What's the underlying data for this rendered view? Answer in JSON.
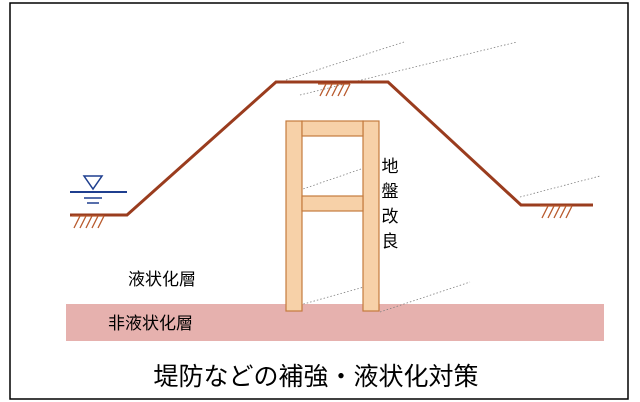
{
  "diagram": {
    "title": "堤防などの補強・液状化対策",
    "label_liquefiable": "液状化層",
    "label_non_liquefiable": "非液状化層",
    "label_improvement_chars": [
      "地",
      "盤",
      "改",
      "良"
    ],
    "colors": {
      "embankment": "#9a3c1e",
      "hatch": "#b85a2e",
      "improvement_fill": "#f7d1a8",
      "improvement_stroke": "#c47b3e",
      "non_liquefiable": "#e6b1ae",
      "water": "#1f3f8f",
      "dotted": "#808080",
      "frame": "#000000"
    }
  }
}
